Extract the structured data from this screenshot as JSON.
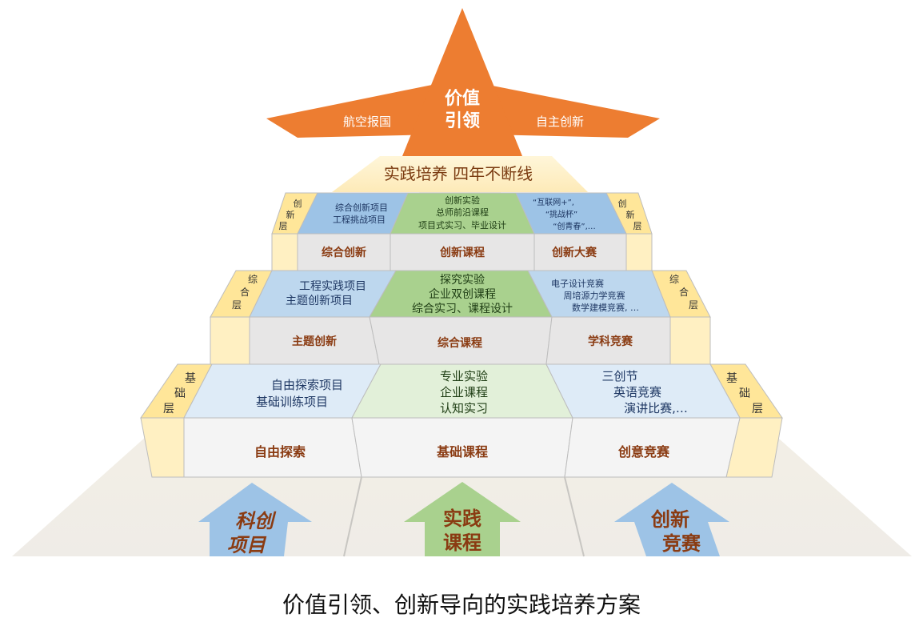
{
  "apex": {
    "center": [
      "价值",
      "引领"
    ],
    "left": "航空报国",
    "right": "自主创新"
  },
  "banner": "实践培养 四年不断线",
  "tiers": {
    "top": {
      "side_label": [
        "创",
        "新",
        "层"
      ],
      "upper": {
        "left": [
          "综合创新项目",
          "工程挑战项目"
        ],
        "center": [
          "创新实验",
          "总师前沿课程",
          "项目式实习、毕业设计"
        ],
        "right": [
          "“互联网+”,",
          "“挑战杯”",
          "“创青春”,…"
        ]
      },
      "lower": [
        "综合创新",
        "创新课程",
        "创新大赛"
      ]
    },
    "middle": {
      "side_label": [
        "综",
        "合",
        "层"
      ],
      "upper": {
        "left": [
          "工程实践项目",
          "主题创新项目"
        ],
        "center": [
          "探究实验",
          "企业双创课程",
          "综合实习、课程设计"
        ],
        "right": [
          "电子设计竞赛",
          "周培源力学竞赛",
          "数学建模竞赛, …"
        ]
      },
      "lower": [
        "主题创新",
        "综合课程",
        "学科竞赛"
      ]
    },
    "base": {
      "side_label": [
        "基",
        "础",
        "层"
      ],
      "upper": {
        "left": [
          "自由探索项目",
          "基础训练项目"
        ],
        "center": [
          "专业实验",
          "企业课程",
          "认知实习"
        ],
        "right": [
          "三创节",
          "英语竞赛",
          "演讲比赛,…"
        ]
      },
      "lower": [
        "自由探索",
        "基础课程",
        "创意竞赛"
      ]
    }
  },
  "arrows": {
    "left": [
      "科创",
      "项目"
    ],
    "center": [
      "实践",
      "课程"
    ],
    "right": [
      "创新",
      "竞赛"
    ]
  },
  "caption": "价值引领、创新导向的实践培养方案",
  "colors": {
    "orange": "#ED7D31",
    "blue_panel": "#9DC3E6",
    "green_panel": "#A9D18E",
    "pale_blue_panel": "#DEEBF7",
    "pale_green_panel": "#E2F0D9",
    "side_yellow": "#FFE699",
    "block_gray": "#E7E6E6",
    "label_brown": "#8A3B12",
    "arrow_blue": "#9DC3E6",
    "arrow_green": "#A9D18E"
  }
}
